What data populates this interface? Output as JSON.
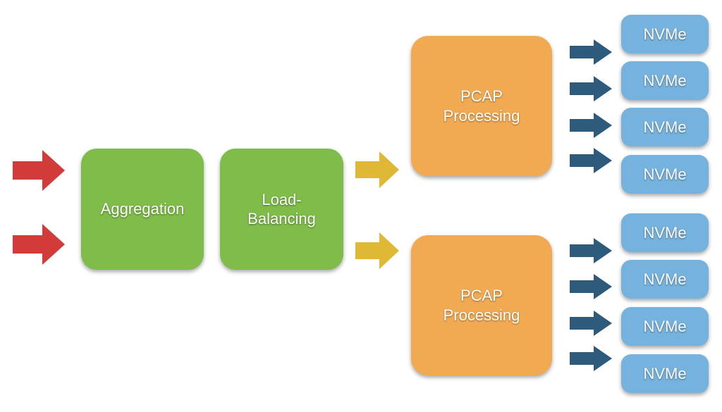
{
  "colors": {
    "input_arrow": "#d33a3a",
    "pcap_arrow": "#dfb935",
    "nvme_arrow": "#2e5b7c",
    "aggregation": "#7fbc4a",
    "load_balancing": "#7fbc4a",
    "pcap": "#f2aa52",
    "nvme": "#76b2de"
  },
  "nodes": {
    "aggregation": {
      "label": "Aggregation"
    },
    "load_balancing": {
      "label_line1": "Load-",
      "label_line2": "Balancing"
    },
    "pcap_top": {
      "label_line1": "PCAP",
      "label_line2": "Processing"
    },
    "pcap_bottom": {
      "label_line1": "PCAP",
      "label_line2": "Processing"
    },
    "nvme": [
      "NVMe",
      "NVMe",
      "NVMe",
      "NVMe",
      "NVMe",
      "NVMe",
      "NVMe",
      "NVMe"
    ]
  }
}
